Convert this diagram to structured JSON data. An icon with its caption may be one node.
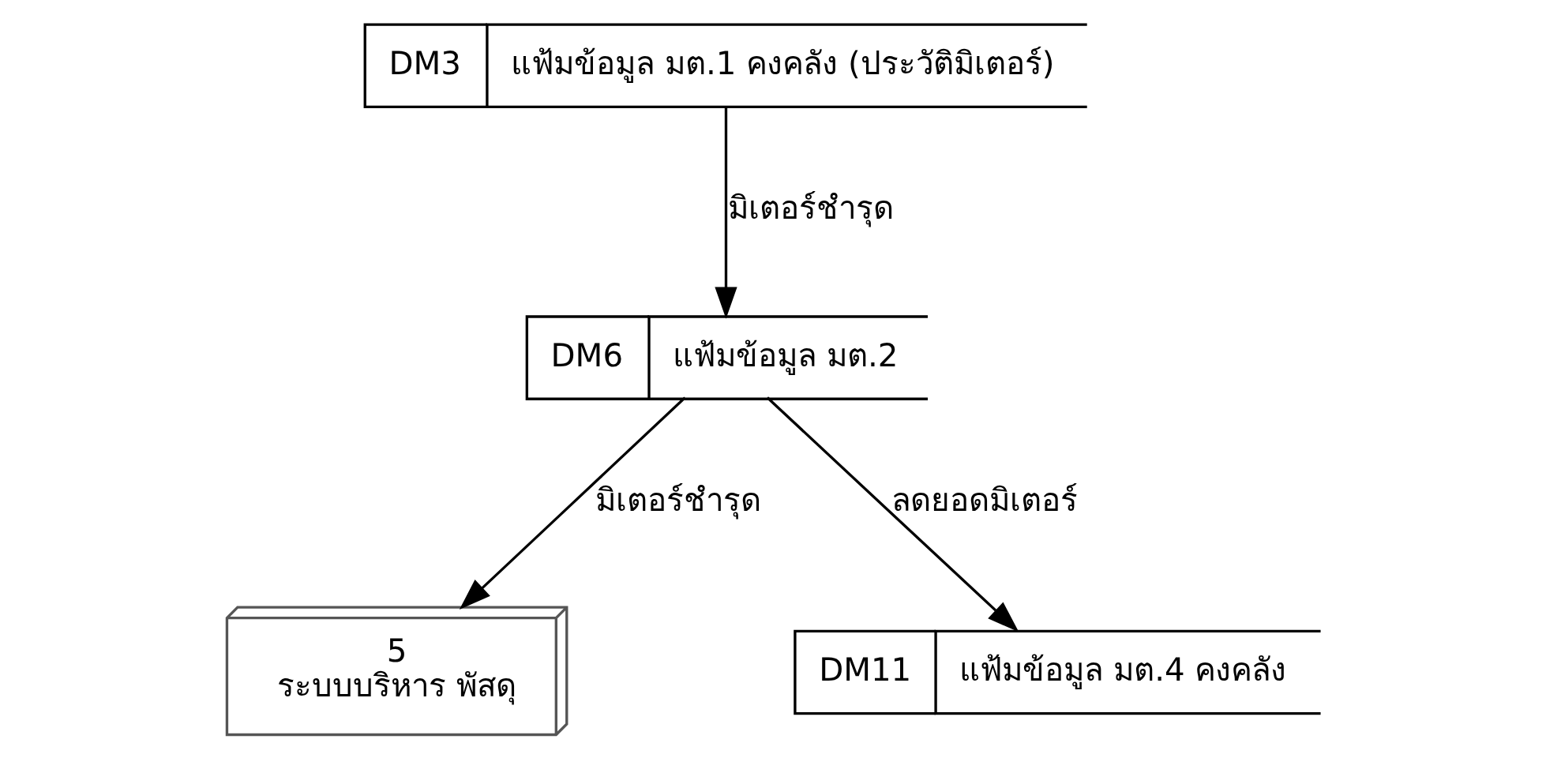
{
  "diagram": {
    "nodes": [
      {
        "text": [
          "5",
          "ระบบบริหาร พัสดุ"
        ]
      },
      {
        "text": [
          "DM3",
          "แฟ้มข้อมูล มต.1 คงคลัง (ประวัติมิเตอร์)"
        ]
      },
      {
        "text": [
          "DM6",
          "แฟ้มข้อมูล มต.2"
        ]
      },
      {
        "text": [
          "DM11",
          "แฟ้มข้อมูล มต.4 คงคลัง"
        ]
      }
    ],
    "edges": [
      {
        "from": 1,
        "to": 2,
        "arrow": "to",
        "label": "มิเตอร์ชำรุด"
      },
      {
        "from": 2,
        "to": 0,
        "arrow": "to",
        "label": "มิเตอร์ชำรุด"
      },
      {
        "from": 2,
        "to": 3,
        "arrow": "to",
        "label": "ลดยอดมิเตอร์"
      }
    ]
  }
}
